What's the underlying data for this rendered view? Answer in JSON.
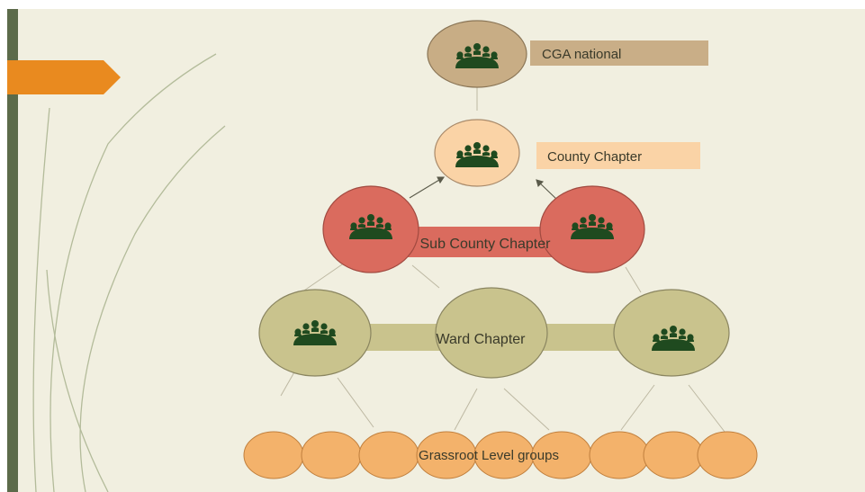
{
  "diagram": {
    "levels": {
      "national": "CGA national",
      "county": "County Chapter",
      "sub_county": "Sub County Chapter",
      "ward": "Ward Chapter",
      "grassroot": "Grassroot Level groups"
    },
    "icon": "group-meeting-icon"
  },
  "colors": {
    "background": "#f1efe0",
    "side_bar": "#5c6b4a",
    "orange_arrow": "#e98a1f",
    "national_fill": "#c8ad85",
    "county_fill": "#fad3a6",
    "sub_county_fill": "#da6b5e",
    "ward_fill": "#c9c38d",
    "grassroot_fill": "#f3b26b",
    "icon_color": "#1f4a1f"
  }
}
